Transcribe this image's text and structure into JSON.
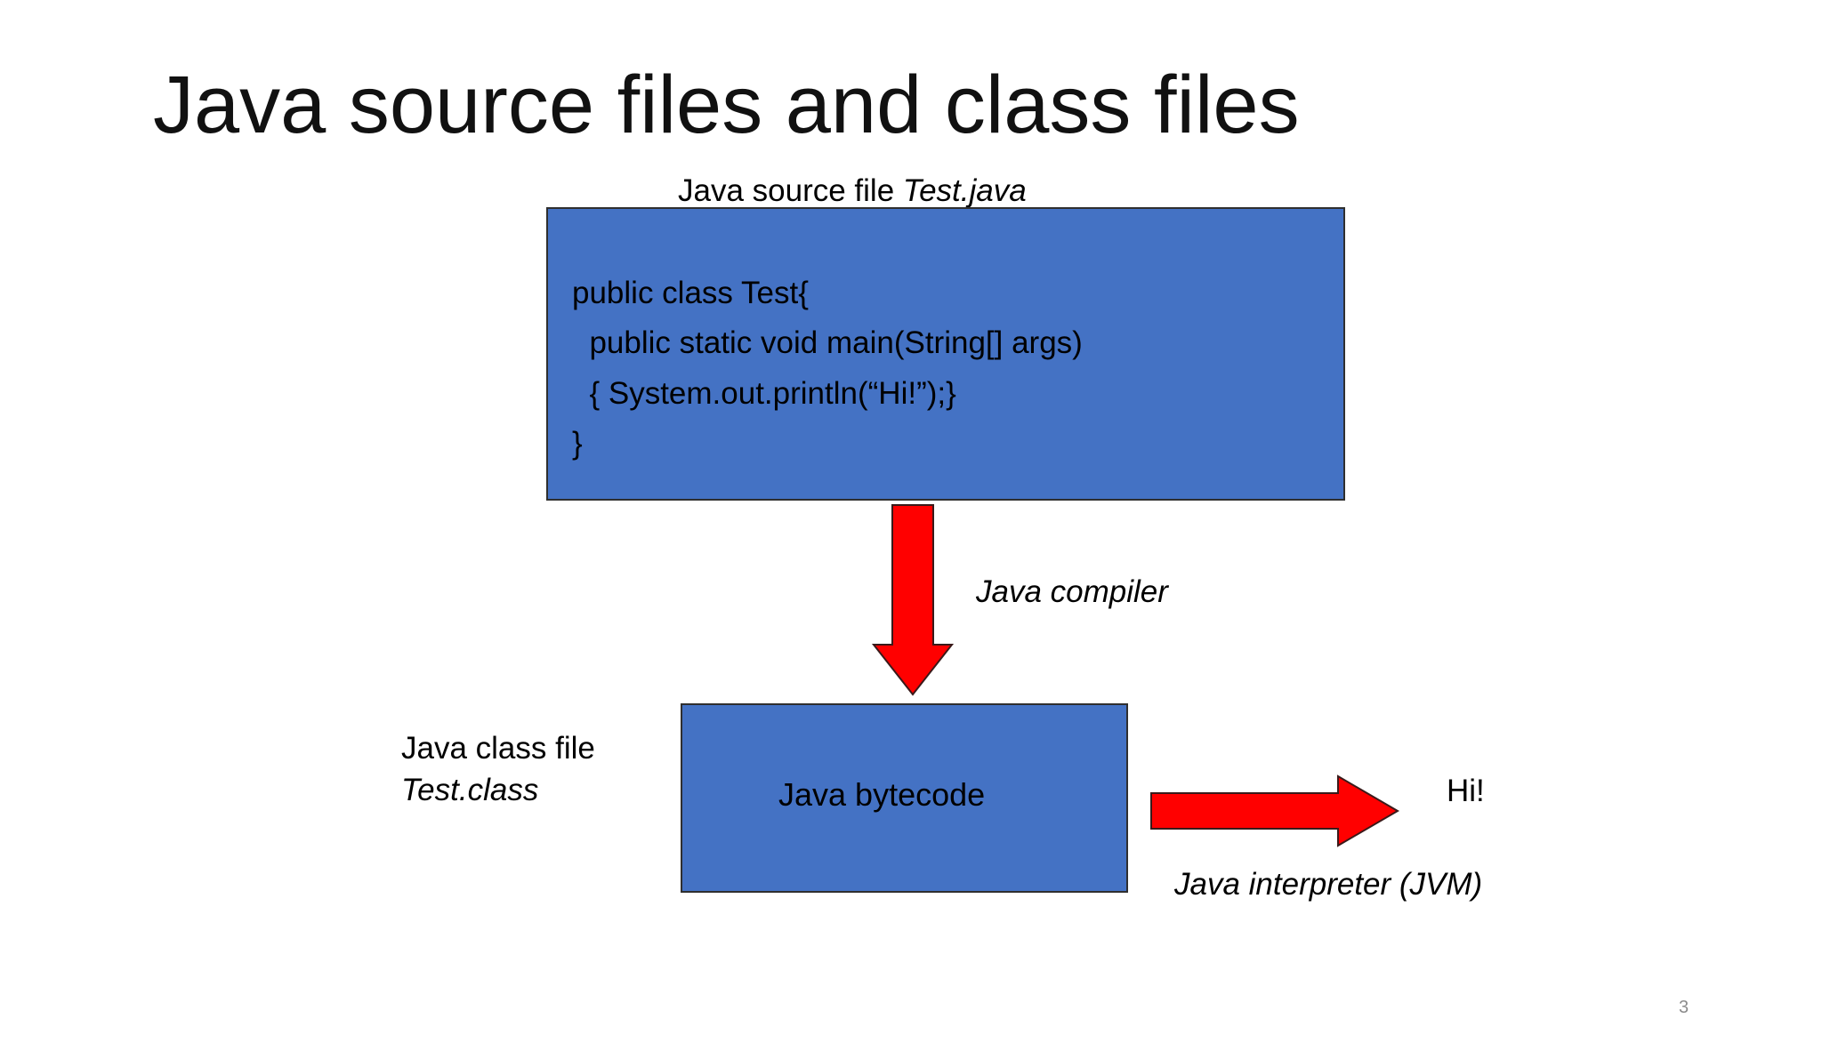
{
  "slide": {
    "title": "Java source files and class files",
    "page_number": "3"
  },
  "source": {
    "caption_prefix": "Java source file ",
    "caption_filename": "Test.java",
    "code_lines": [
      "public class Test{",
      "  public static void main(String[] args)",
      "  { System.out.println(“Hi!”);}",
      "}"
    ]
  },
  "compiler": {
    "label": "Java compiler"
  },
  "class_file": {
    "label_line1": "Java class file",
    "label_line2": "Test.class",
    "box_text": "Java bytecode"
  },
  "interpreter": {
    "label": "Java interpreter (JVM)",
    "output": "Hi!"
  },
  "colors": {
    "box_fill": "#4472c4",
    "arrow_fill": "#ff0000",
    "box_border": "#2f2f2f"
  }
}
